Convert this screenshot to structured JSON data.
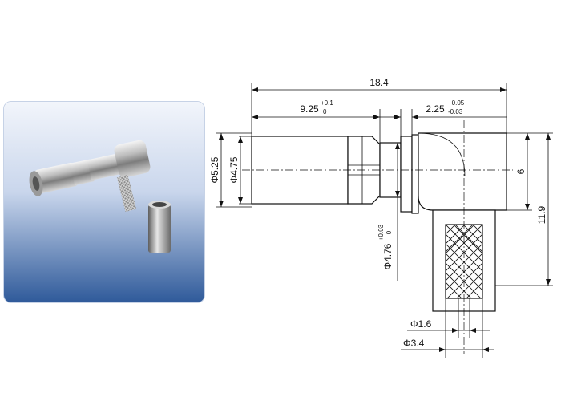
{
  "photo": {
    "gradient_top": "#f2f5fb",
    "gradient_bottom": "#2f5a9a"
  },
  "dimensions": {
    "overall_length": "18.4",
    "front_length": "9.25",
    "front_length_tol_upper": "+0.1",
    "front_length_tol_lower": "0",
    "step_length": "2.25",
    "step_length_tol_upper": "+0.05",
    "step_length_tol_lower": "-0.03",
    "outer_diameter": "Φ5.25",
    "inner_diameter": "Φ4.75",
    "body_height": "6",
    "total_height": "11.9",
    "ferrule_diameter": "Φ4.76",
    "ferrule_diameter_tol_upper": "+0.03",
    "ferrule_diameter_tol_lower": "0",
    "pin_diameter": "Φ1.6",
    "crimp_diameter": "Φ3.4"
  }
}
